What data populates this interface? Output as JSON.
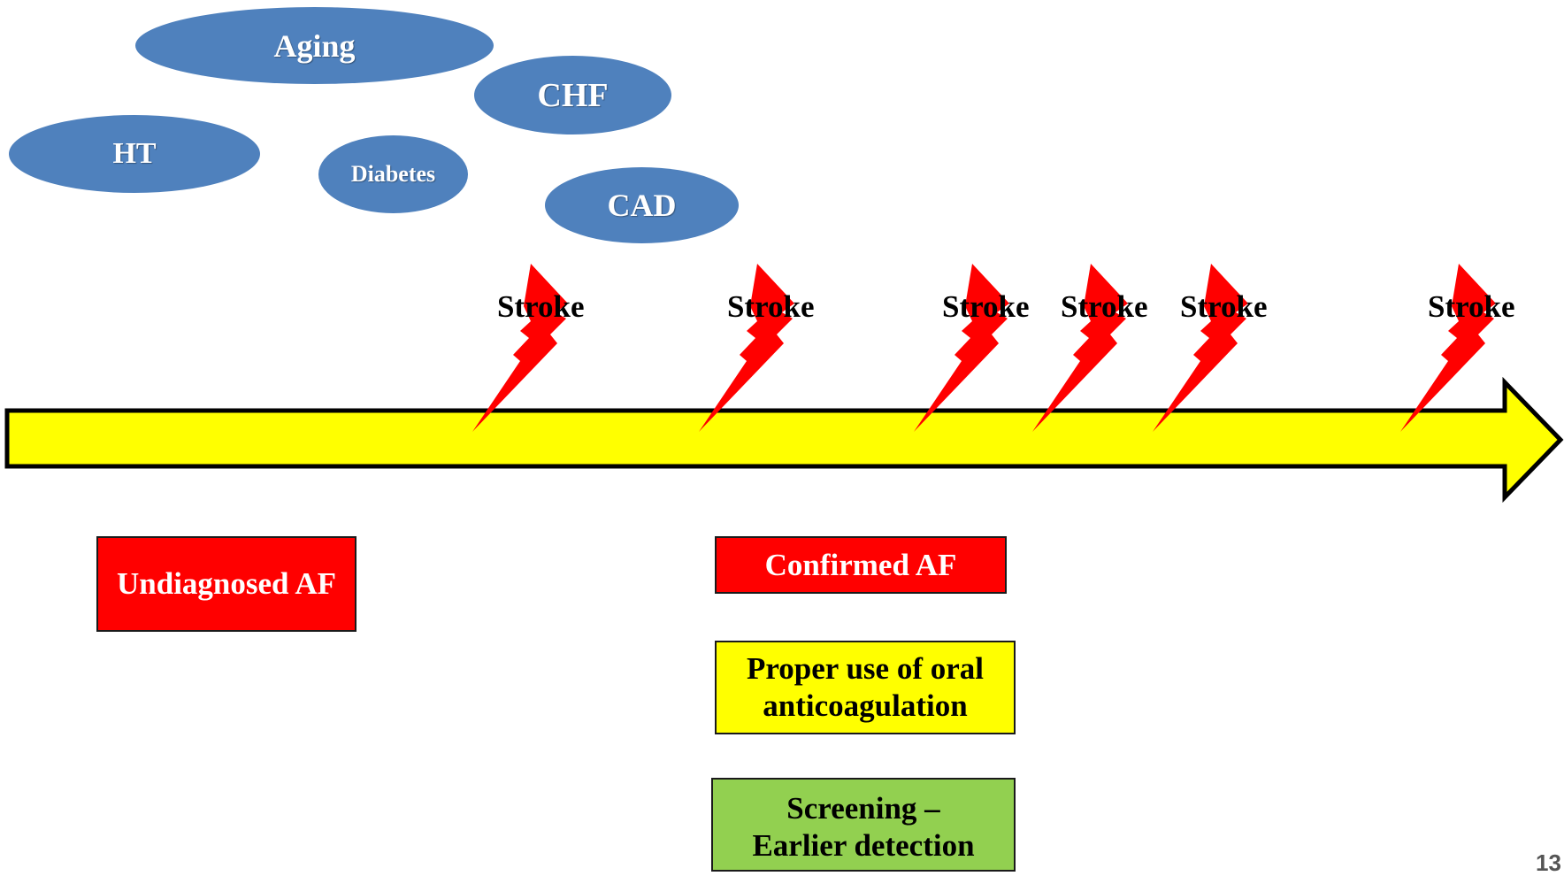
{
  "risk_factors": {
    "aging": "Aging",
    "chf": "CHF",
    "ht": "HT",
    "diabetes": "Diabetes",
    "cad": "CAD"
  },
  "strokes": [
    "Stroke",
    "Stroke",
    "Stroke",
    "Stroke",
    "Stroke",
    "Stroke"
  ],
  "boxes": {
    "undiagnosed_af": "Undiagnosed AF",
    "confirmed_af": "Confirmed AF",
    "oral_anticoagulation": "Proper use of oral anticoagulation",
    "screening_line1": "Screening –",
    "screening_line2": "Earlier detection"
  },
  "page_number": "13",
  "colors": {
    "ellipse": "#4f81bd",
    "timeline_arrow": "#ffff00",
    "lightning": "#ff0000",
    "af_box": "#ff0000",
    "oral_box": "#ffff00",
    "screening_box": "#92d050"
  }
}
